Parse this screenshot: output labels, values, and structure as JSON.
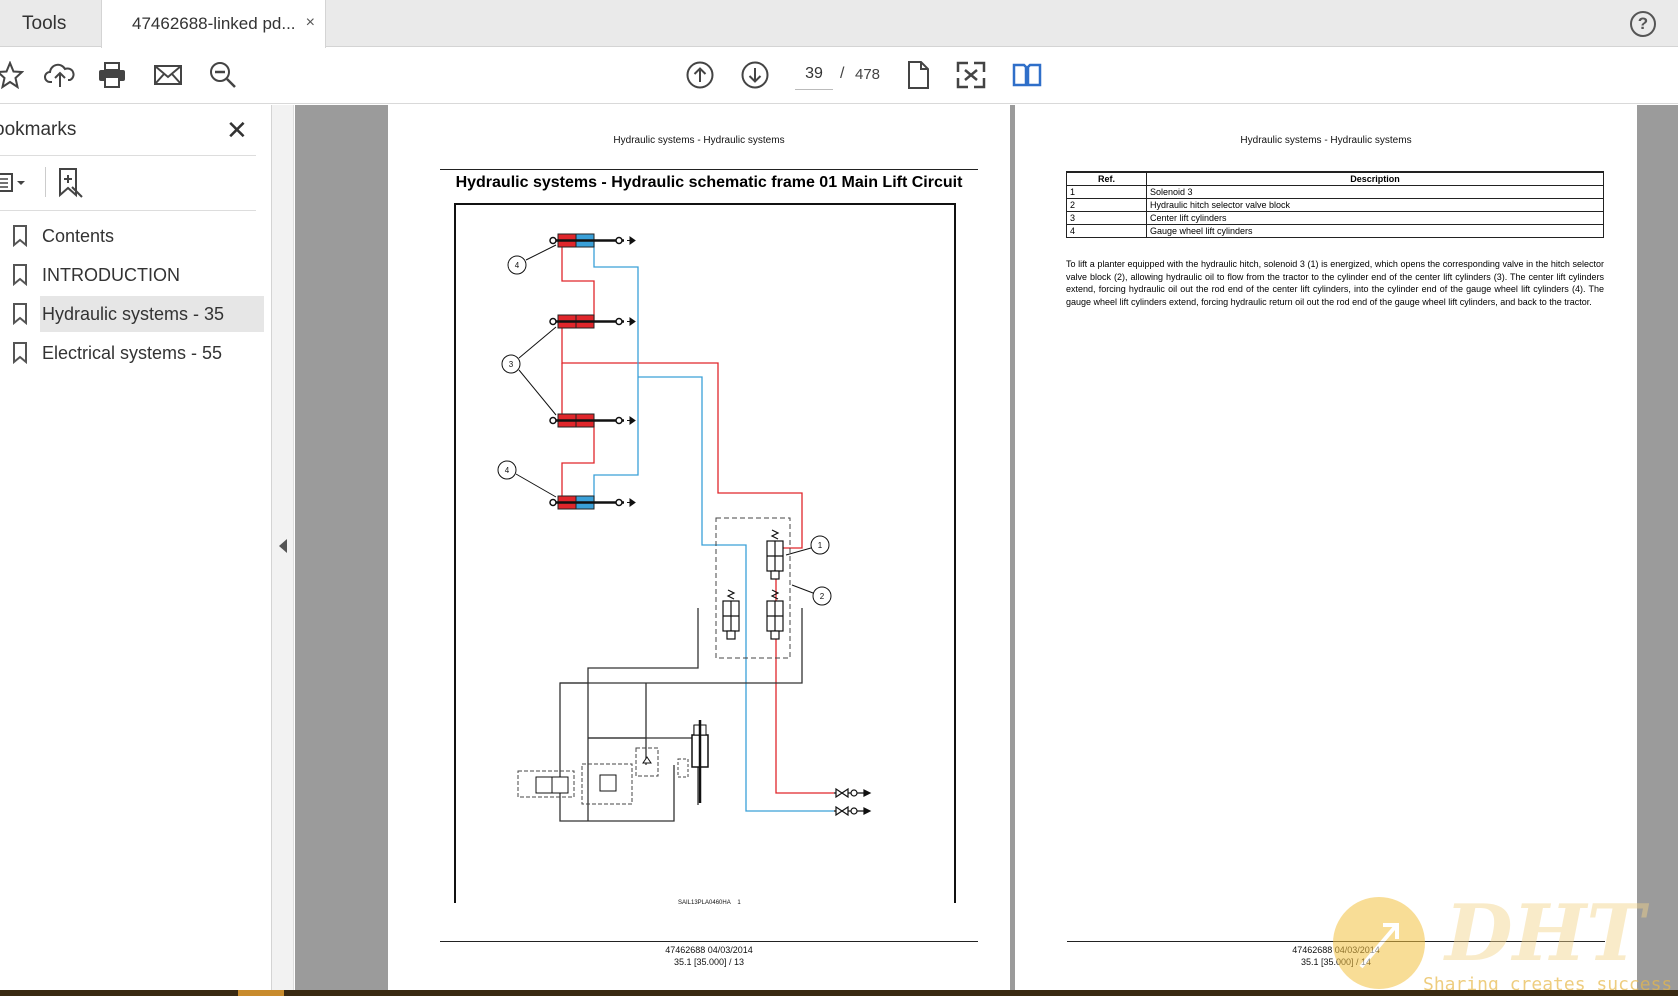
{
  "tabs": {
    "tools_label": "Tools",
    "doc_label": "47462688-linked pd...",
    "close_glyph": "×",
    "help_glyph": "?"
  },
  "toolbar": {
    "icons": [
      "star-icon",
      "upload-cloud-icon",
      "print-icon",
      "mail-icon",
      "zoom-icon",
      "prev-page-icon",
      "next-page-icon",
      "single-page-icon",
      "fit-page-icon",
      "two-page-icon"
    ],
    "current_page": "39",
    "page_separator": "/",
    "total_pages": "478",
    "accent_color": "#2f6fc9"
  },
  "sidebar": {
    "title": "ookmarks",
    "close_glyph": "✕",
    "items": [
      {
        "label": "Contents"
      },
      {
        "label": "INTRODUCTION"
      },
      {
        "label": "Hydraulic systems - 35",
        "selected": true
      },
      {
        "label": "Electrical systems - 55"
      }
    ]
  },
  "left_page": {
    "header": "Hydraulic systems - Hydraulic systems",
    "title": "Hydraulic systems - Hydraulic schematic frame 01 Main Lift Circuit",
    "figure_code": "SAIL13PLA0460HA",
    "figure_number": "1",
    "callouts": [
      "4",
      "3",
      "4",
      "1",
      "2"
    ],
    "footer_line1": "47462688 04/03/2014",
    "footer_line2": "35.1 [35.000] / 13",
    "colors": {
      "pressure": "#e0262b",
      "return": "#3aa0d8"
    }
  },
  "right_page": {
    "header": "Hydraulic systems - Hydraulic systems",
    "table": {
      "headers": [
        "Ref.",
        "Description"
      ],
      "rows": [
        [
          "1",
          "Solenoid 3"
        ],
        [
          "2",
          "Hydraulic hitch selector valve block"
        ],
        [
          "3",
          "Center lift cylinders"
        ],
        [
          "4",
          "Gauge wheel lift cylinders"
        ]
      ]
    },
    "paragraph": "To lift a planter equipped with the hydraulic hitch, solenoid 3 (1) is energized, which opens the corresponding valve in the hitch selector valve block (2), allowing hydraulic oil to flow from the tractor to the cylinder end of the center lift cylinders (3). The center lift cylinders extend, forcing hydraulic oil out the rod end of the center lift cylinders, into the cylinder end of the gauge wheel lift cylinders (4). The gauge wheel lift cylinders extend, forcing hydraulic return oil out the rod end of the gauge wheel lift cylinders, and back to the tractor.",
    "footer_line1": "47462688 04/03/2014",
    "footer_line2": "35.1 [35.000] / 14"
  },
  "watermark": {
    "brand": "DHT",
    "slogan": "Sharing creates success"
  }
}
